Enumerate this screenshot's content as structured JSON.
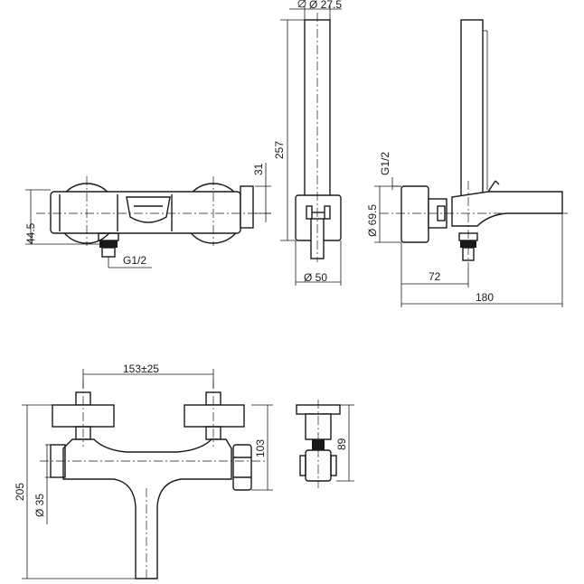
{
  "dimensions": {
    "handshower_diameter": "Ø 27.5",
    "handshower_length": "257",
    "outlet_height": "31",
    "body_height": "44.5",
    "connection_thread": "G1/2",
    "holder_diameter": "Ø 50",
    "side_thread": "G1/2",
    "knob_diameter": "Ø 69.5",
    "wall_to_outlet": "72",
    "total_depth": "180",
    "centre_distance": "153±25",
    "total_height": "205",
    "body_diameter": "Ø 35",
    "body_to_top": "103",
    "bracket_height": "89"
  },
  "colors": {
    "line": "#1a1a1a",
    "background": "#ffffff"
  }
}
